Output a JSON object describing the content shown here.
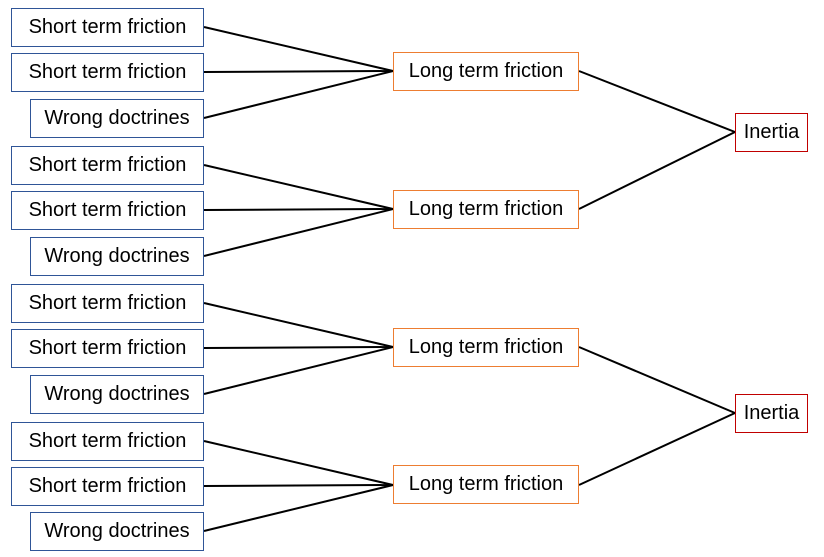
{
  "colors": {
    "input_border": "#2f5597",
    "mid_border": "#ed7d31",
    "output_border": "#c00000",
    "line": "#000000"
  },
  "groups": [
    {
      "inputs": [
        "Short term friction",
        "Short term friction",
        "Wrong doctrines"
      ],
      "mid": "Long term friction"
    },
    {
      "inputs": [
        "Short term friction",
        "Short term friction",
        "Wrong doctrines"
      ],
      "mid": "Long term friction"
    },
    {
      "inputs": [
        "Short term friction",
        "Short term friction",
        "Wrong doctrines"
      ],
      "mid": "Long term friction"
    },
    {
      "inputs": [
        "Short term friction",
        "Short term friction",
        "Wrong doctrines"
      ],
      "mid": "Long term friction"
    }
  ],
  "outputs": [
    "Inertia",
    "Inertia"
  ]
}
